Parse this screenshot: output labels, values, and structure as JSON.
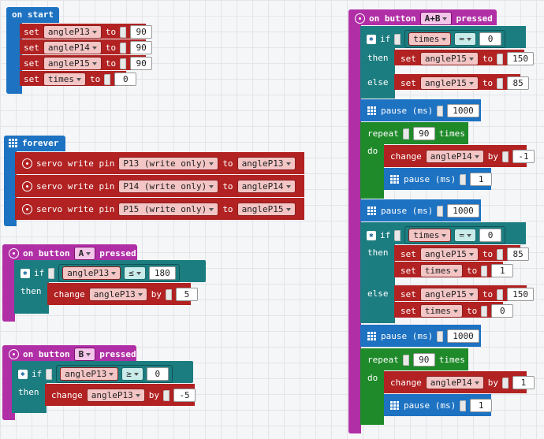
{
  "on_start": {
    "header": "on start",
    "rows": [
      {
        "set": "set",
        "var": "angleP13",
        "to": "to",
        "value": "90"
      },
      {
        "set": "set",
        "var": "angleP14",
        "to": "to",
        "value": "90"
      },
      {
        "set": "set",
        "var": "angleP15",
        "to": "to",
        "value": "90"
      },
      {
        "set": "set",
        "var": "times",
        "to": "to",
        "value": "0"
      }
    ]
  },
  "forever": {
    "header": "forever",
    "rows": [
      {
        "label": "servo write pin",
        "pin": "P13 (write only)",
        "to": "to",
        "var": "angleP13"
      },
      {
        "label": "servo write pin",
        "pin": "P14 (write only)",
        "to": "to",
        "var": "angleP14"
      },
      {
        "label": "servo write pin",
        "pin": "P15 (write only)",
        "to": "to",
        "var": "angleP15"
      }
    ]
  },
  "button_a": {
    "on": "on button",
    "button": "A",
    "pressed": "pressed",
    "if": "if",
    "var": "angleP13",
    "op": "≤",
    "value": "180",
    "then": "then",
    "change": "change",
    "change_var": "angleP13",
    "by": "by",
    "by_value": "5"
  },
  "button_b": {
    "on": "on button",
    "button": "B",
    "pressed": "pressed",
    "if": "if",
    "var": "angleP13",
    "op": "≥",
    "value": "0",
    "then": "then",
    "change": "change",
    "change_var": "angleP13",
    "by": "by",
    "by_value": "-5"
  },
  "button_ab": {
    "on": "on button",
    "button": "A+B",
    "pressed": "pressed",
    "if1": {
      "if": "if",
      "var": "times",
      "op": "=",
      "value": "0",
      "then": "then",
      "then_set": {
        "set": "set",
        "var": "angleP15",
        "to": "to",
        "value": "150"
      },
      "else": "else",
      "else_set": {
        "set": "set",
        "var": "angleP15",
        "to": "to",
        "value": "85"
      }
    },
    "pause1": {
      "label": "pause (ms)",
      "value": "1000"
    },
    "repeat1": {
      "repeat": "repeat",
      "count": "90",
      "times": "times",
      "do": "do",
      "change": "change",
      "var": "angleP14",
      "by": "by",
      "by_value": "-1",
      "pause": {
        "label": "pause (ms)",
        "value": "1"
      }
    },
    "pause2": {
      "label": "pause (ms)",
      "value": "1000"
    },
    "if2": {
      "if": "if",
      "var": "times",
      "op": "=",
      "value": "0",
      "then": "then",
      "then_set1": {
        "set": "set",
        "var": "angleP15",
        "to": "to",
        "value": "85"
      },
      "then_set2": {
        "set": "set",
        "var": "times",
        "to": "to",
        "value": "1"
      },
      "else": "else",
      "else_set1": {
        "set": "set",
        "var": "angleP15",
        "to": "to",
        "value": "150"
      },
      "else_set2": {
        "set": "set",
        "var": "times",
        "to": "to",
        "value": "0"
      }
    },
    "pause3": {
      "label": "pause (ms)",
      "value": "1000"
    },
    "repeat2": {
      "repeat": "repeat",
      "count": "90",
      "times": "times",
      "do": "do",
      "change": "change",
      "var": "angleP14",
      "by": "by",
      "by_value": "1",
      "pause": {
        "label": "pause (ms)",
        "value": "1"
      }
    }
  }
}
